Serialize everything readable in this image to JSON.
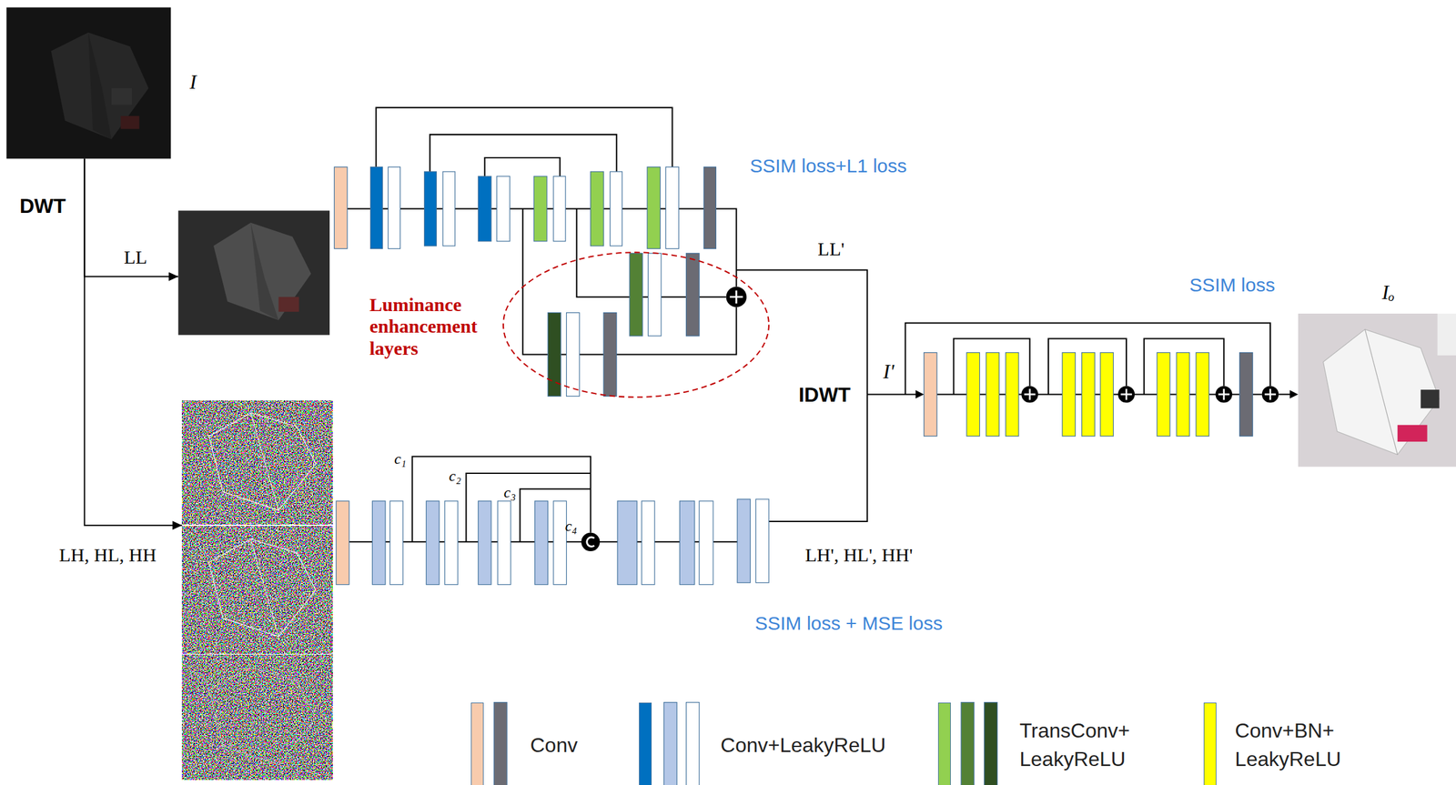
{
  "diagram": {
    "nodes": [
      {
        "text": [
          "I"
        ]
      },
      {
        "text": [
          "LL"
        ]
      },
      {
        "text": [
          "LH, HL, HH"
        ]
      },
      {
        "text": [
          "Iₒ"
        ]
      }
    ],
    "edges": [
      {
        "from": 0,
        "to": 1,
        "arrow": "to"
      },
      {
        "from": 0,
        "to": 2,
        "arrow": "to"
      }
    ],
    "labels": [
      "DWT",
      "SSIM loss+L1 loss",
      "LL'",
      "Luminance enhancement layers",
      "SSIM loss",
      "IDWT",
      "I'",
      "c₁",
      "c₂",
      "c₃",
      "c₄",
      "LH', HL', HH'",
      "SSIM loss + MSE loss"
    ],
    "legend": [
      {
        "text": "Conv",
        "color": "#f8cbad"
      },
      {
        "text": "Conv+LeakyReLU",
        "color": "#0070c0"
      },
      {
        "text": "TransConv+ LeakyReLU",
        "color": "#92d050"
      },
      {
        "text": "Conv+BN+ LeakyReLU",
        "color": "#ffff00"
      }
    ]
  }
}
